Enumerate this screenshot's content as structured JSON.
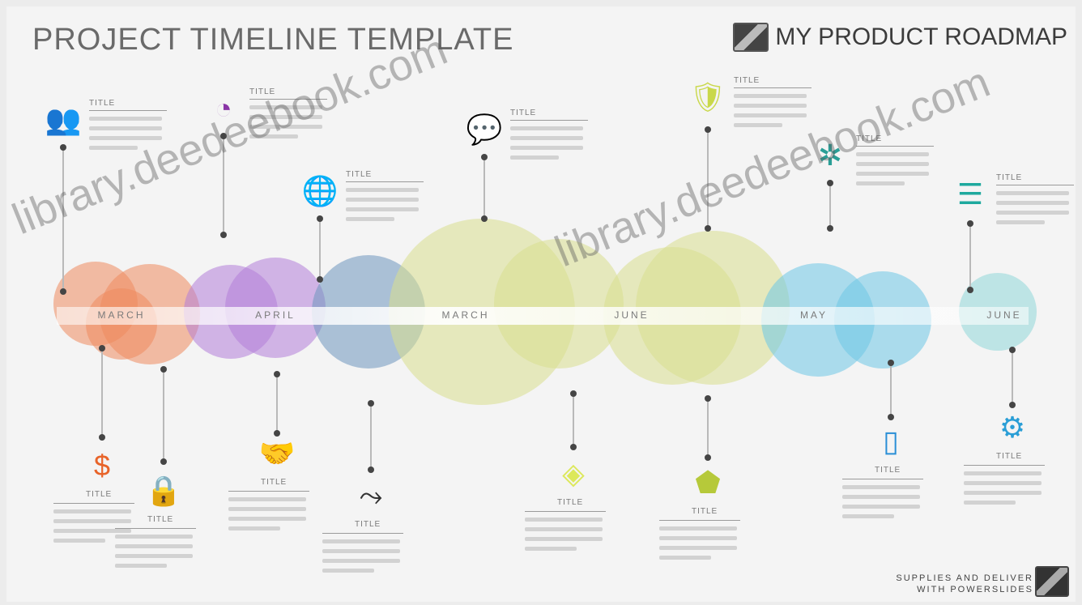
{
  "header": {
    "title": "PROJECT TIMELINE TEMPLATE",
    "brand": "MY PRODUCT ROADMAP"
  },
  "timeline": {
    "phases": [
      {
        "label": "MARCH",
        "color": "#ef8a5f"
      },
      {
        "label": "APRIL",
        "color": "#b27ed8"
      },
      {
        "label": "MARCH",
        "color": "#6e95bd"
      },
      {
        "label": "JUNE",
        "color": "#d8df8e"
      },
      {
        "label": "MAY",
        "color": "#6dc6e6"
      },
      {
        "label": "JUNE",
        "color": "#8fd7d8"
      }
    ],
    "milestones_top": [
      {
        "icon": "people-icon",
        "glyph": "👥",
        "color": "#e8642a",
        "title": "TITLE"
      },
      {
        "icon": "pie-chart-icon",
        "glyph": "◔",
        "color": "#8a35a6",
        "title": "TITLE"
      },
      {
        "icon": "globe-icon",
        "glyph": "🌐",
        "color": "#4a4a4a",
        "title": "TITLE"
      },
      {
        "icon": "chat-bubble-icon",
        "glyph": "💬",
        "color": "#25508c",
        "title": "TITLE"
      },
      {
        "icon": "shield-icon",
        "glyph": "🛡",
        "color": "#c9d84a",
        "title": "TITLE"
      },
      {
        "icon": "network-icon",
        "glyph": "✲",
        "color": "#2a9e96",
        "title": "TITLE"
      },
      {
        "icon": "list-icon",
        "glyph": "☰",
        "color": "#1ea99e",
        "title": "TITLE"
      }
    ],
    "milestones_bottom": [
      {
        "icon": "dollar-icon",
        "glyph": "$",
        "color": "#e8642a",
        "title": "TITLE"
      },
      {
        "icon": "lock-icon",
        "glyph": "🔒",
        "color": "#e04a2a",
        "title": "TITLE"
      },
      {
        "icon": "handshake-icon",
        "glyph": "🤝",
        "color": "#8a35a6",
        "title": "TITLE"
      },
      {
        "icon": "share-icon",
        "glyph": "⤳",
        "color": "#333333",
        "title": "TITLE"
      },
      {
        "icon": "tag-icon",
        "glyph": "◈",
        "color": "#dce85a",
        "title": "TITLE"
      },
      {
        "icon": "badge-icon",
        "glyph": "⬟",
        "color": "#b6c93a",
        "title": "TITLE"
      },
      {
        "icon": "phone-icon",
        "glyph": "▯",
        "color": "#2a8fd6",
        "title": "TITLE"
      },
      {
        "icon": "gear-icon",
        "glyph": "⚙",
        "color": "#2a9ed6",
        "title": "TITLE"
      }
    ]
  },
  "watermarks": [
    "library.deedeebook.com",
    "library.deedeebook.com"
  ],
  "footer": {
    "line1": "SUPPLIES AND DELIVER",
    "line2": "WITH POWERSLIDES"
  }
}
